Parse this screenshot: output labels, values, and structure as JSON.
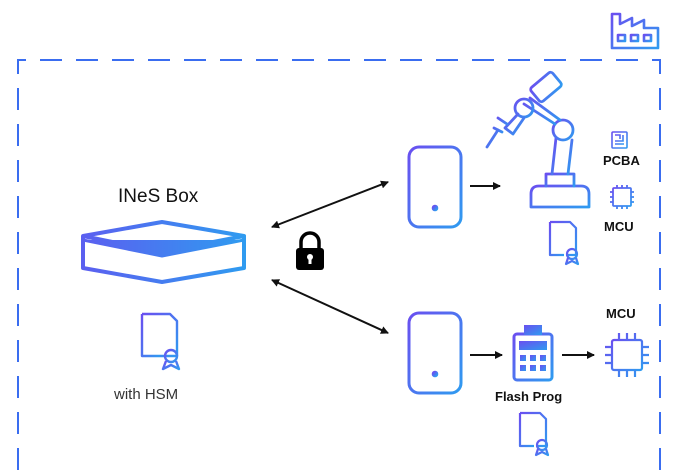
{
  "diagram": {
    "ines_box": {
      "title": "INeS Box",
      "caption": "with HSM"
    },
    "top_branch": {
      "pcba_label": "PCBA",
      "mcu_label": "MCU"
    },
    "bottom_branch": {
      "programmer_label": "Flash Prog",
      "mcu_label": "MCU"
    }
  },
  "icons": {
    "factory": "factory-icon",
    "box": "ines-box-icon",
    "certificate": "certificate-icon",
    "lock": "lock-icon",
    "server": "server-icon",
    "robot_arm": "robot-arm-icon",
    "pcb": "pcb-icon",
    "chip": "chip-icon",
    "flash_programmer": "flash-programmer-icon"
  },
  "colors": {
    "gradient_start": "#5b5ff0",
    "gradient_end": "#2f9bf0",
    "boundary": "#3a6df0",
    "arrow": "#111111"
  }
}
